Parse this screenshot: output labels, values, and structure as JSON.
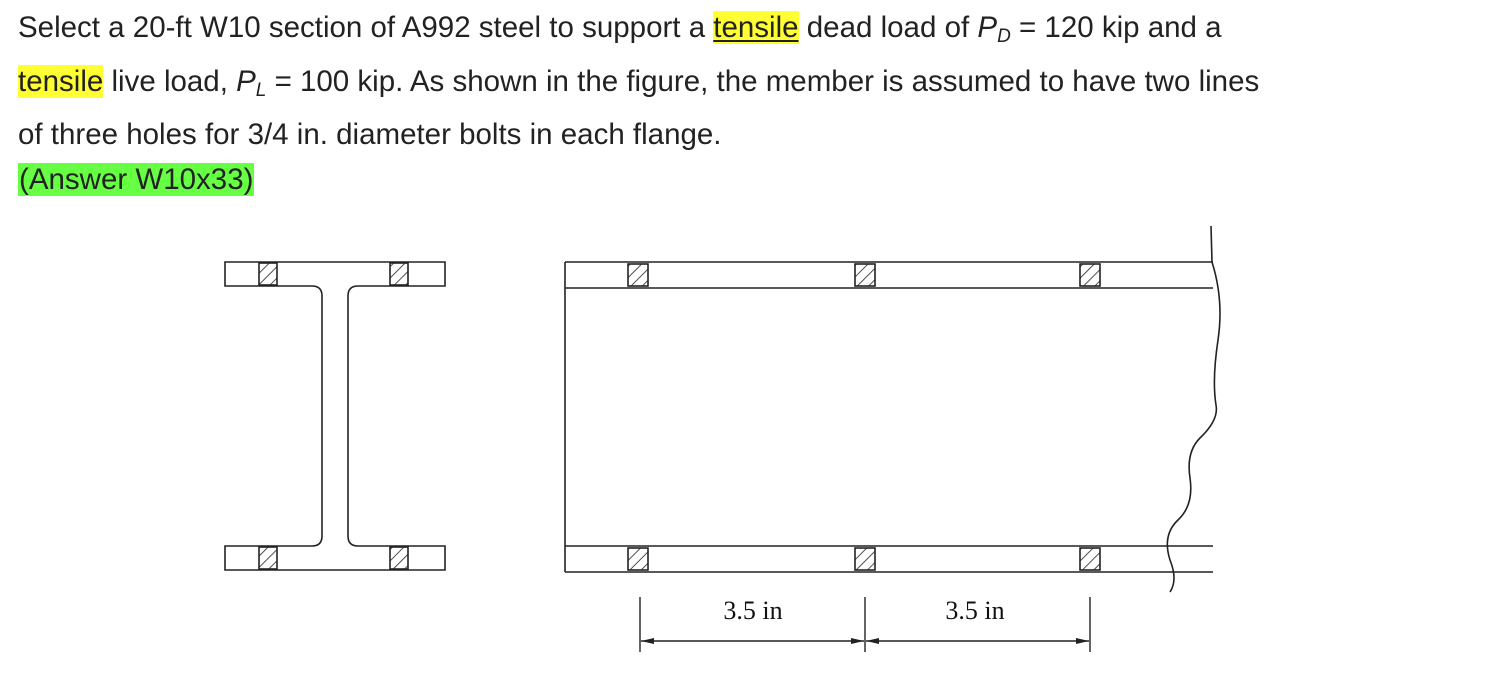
{
  "problem": {
    "s1": "Select a 20-ft W10 section of A992 steel to support a ",
    "s2": "tensile",
    "s3": " dead load of ",
    "pd_symbol": "P",
    "pd_sub": "D",
    "s4": " = 120 kip and a",
    "s5": "tensile",
    "s6": " live load, ",
    "pl_symbol": "P",
    "pl_sub": "L",
    "s7": " = 100 kip. As shown in the figure, the member is assumed to have two lines",
    "s8": "of three holes for 3/4 in. diameter bolts in each flange.",
    "answer": "(Answer W10x33)"
  },
  "figure": {
    "spacing_1": "3.5 in",
    "spacing_2": "3.5 in"
  },
  "colors": {
    "highlight_yellow": "#ffff33",
    "highlight_green": "#66ff44"
  }
}
